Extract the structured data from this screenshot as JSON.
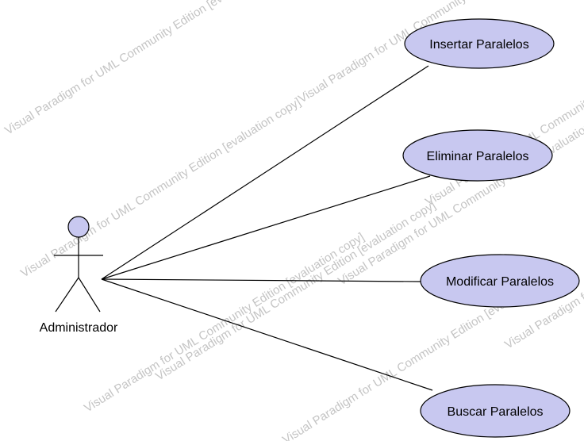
{
  "diagram": {
    "actor": {
      "name": "Administrador",
      "fill": "#c8c8f0"
    },
    "use_cases": [
      {
        "label": "Insertar Paralelos"
      },
      {
        "label": "Eliminar Paralelos"
      },
      {
        "label": "Modificar Paralelos"
      },
      {
        "label": "Buscar Paralelos"
      }
    ],
    "use_case_fill": "#c8c8f0",
    "watermark": {
      "text": "Visual Paradigm for UML Community Edition [evaluation copy]",
      "color": "#c4c4c4"
    }
  }
}
